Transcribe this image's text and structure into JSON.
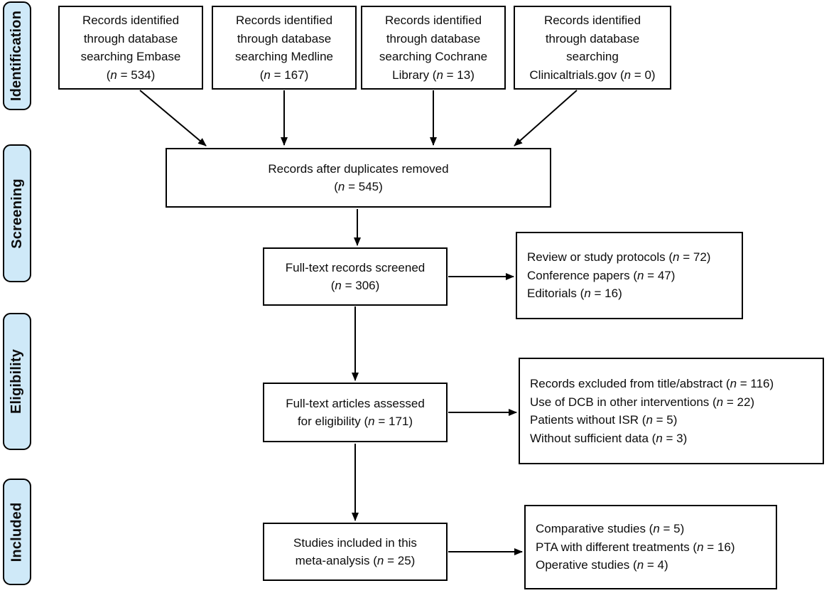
{
  "diagram": {
    "stages": [
      {
        "id": "identification",
        "label": "Identification"
      },
      {
        "id": "screening",
        "label": "Screening"
      },
      {
        "id": "eligibility",
        "label": "Eligibility"
      },
      {
        "id": "included",
        "label": "Included"
      }
    ],
    "sources": [
      {
        "id": "embase",
        "text": "Records identified\nthrough database\nsearching Embase\n(n = 534)"
      },
      {
        "id": "medline",
        "text": "Records identified\nthrough database\nsearching Medline\n(n = 167)"
      },
      {
        "id": "cochrane",
        "text": "Records identified\nthrough database\nsearching Cochrane\nLibrary (n = 13)"
      },
      {
        "id": "clinicaltrials",
        "text": "Records identified\nthrough database\nsearching\nClinicaltrials.gov (n = 0)"
      }
    ],
    "main_boxes": [
      {
        "id": "duplicates",
        "text": "Records after duplicates removed\n(n = 545)"
      },
      {
        "id": "screened",
        "text": "Full-text records screened\n(n = 306)"
      },
      {
        "id": "assessed",
        "text": "Full-text articles assessed\nfor eligibility (n = 171)"
      },
      {
        "id": "included",
        "text": "Studies included in this\nmeta-analysis (n = 25)"
      }
    ],
    "exclusion_boxes": [
      {
        "id": "screening-exclusions",
        "text": "Review or study protocols (n = 72)\nConference papers (n = 47)\nEditorials (n = 16)"
      },
      {
        "id": "eligibility-exclusions",
        "text": "Records excluded from title/abstract (n = 116)\nUse of DCB in other interventions (n = 22)\nPatients without ISR (n = 5)\nWithout sufficient data (n = 3)"
      },
      {
        "id": "included-breakdown",
        "text": "Comparative studies (n = 5)\nPTA with different treatments (n = 16)\nOperative studies (n = 4)"
      }
    ],
    "colors": {
      "stage_fill": "#cfe9f8",
      "box_fill": "#ffffff",
      "line": "#000000"
    }
  }
}
